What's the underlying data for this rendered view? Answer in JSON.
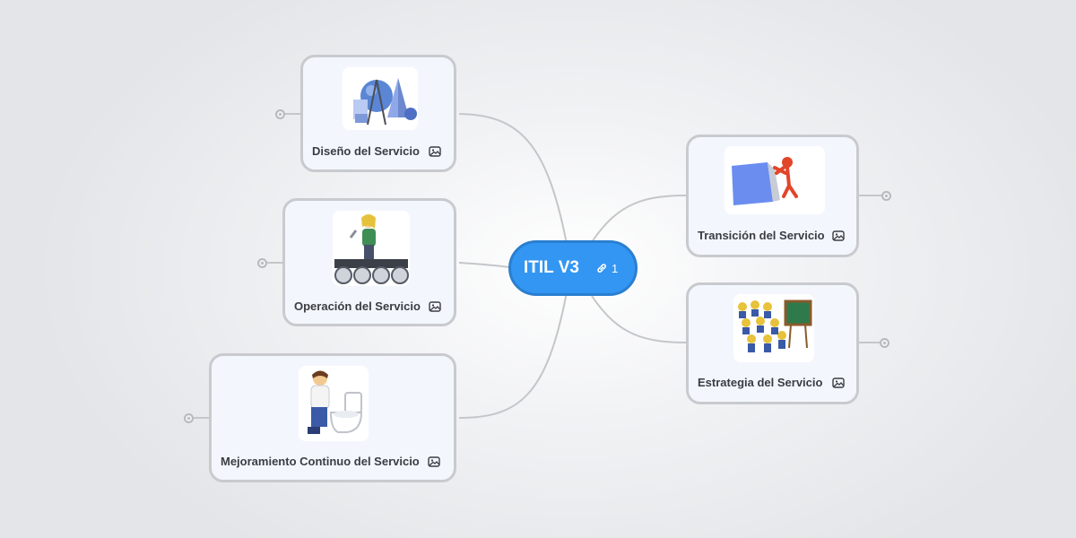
{
  "central": {
    "title": "ITIL V3",
    "link_count": "1",
    "icon": "link-icon"
  },
  "nodes": [
    {
      "label": "Diseño del Servicio",
      "image": "design-tools-image",
      "icon": "image-icon"
    },
    {
      "label": "Operación del Servicio",
      "image": "operator-conveyor-image",
      "icon": "image-icon"
    },
    {
      "label": "Mejoramiento Continuo del Servicio",
      "image": "plumber-toilet-image",
      "icon": "image-icon"
    },
    {
      "label": "Transición del Servicio",
      "image": "pushing-box-image",
      "icon": "image-icon"
    },
    {
      "label": "Estrategia del Servicio",
      "image": "team-board-image",
      "icon": "image-icon"
    }
  ],
  "colors": {
    "central_fill": "#3396f3",
    "node_border": "#c8cace",
    "node_fill": "#f3f7fd",
    "connector": "#c4c6c9"
  }
}
